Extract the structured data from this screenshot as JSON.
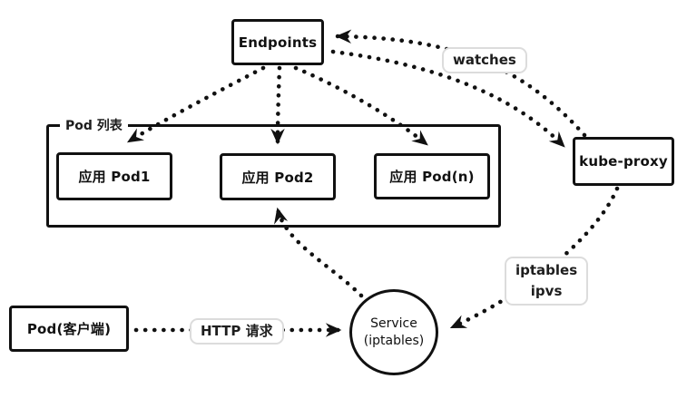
{
  "diagram": {
    "ink_color": "#111111",
    "label_border_color": "#dcdcdc",
    "background_color": "#ffffff",
    "nodes": {
      "endpoints": {
        "label": "Endpoints"
      },
      "pod_list": {
        "label": "Pod 列表"
      },
      "pod1": {
        "label": "应用 Pod1"
      },
      "pod2": {
        "label": "应用 Pod2"
      },
      "pod_n": {
        "label": "应用 Pod(n)"
      },
      "kube_proxy": {
        "label": "kube-proxy"
      },
      "service": {
        "line1": "Service",
        "line2": "(iptables)"
      },
      "pod_client": {
        "label": "Pod(客户端)"
      }
    },
    "edge_labels": {
      "watches": "watches",
      "http_request": "HTTP 请求",
      "iptables_line1": "iptables",
      "iptables_line2": "ipvs"
    },
    "edges": [
      {
        "from": "endpoints",
        "to": "pod1",
        "style": "dotted-arrow"
      },
      {
        "from": "endpoints",
        "to": "pod2",
        "style": "dotted-arrow"
      },
      {
        "from": "endpoints",
        "to": "pod_n",
        "style": "dotted-arrow"
      },
      {
        "from": "kube_proxy",
        "to": "endpoints",
        "style": "dotted-arrow",
        "label": "watches"
      },
      {
        "from": "endpoints",
        "to": "kube_proxy",
        "style": "dotted-arrow",
        "label": "watches"
      },
      {
        "from": "kube_proxy",
        "to": "service",
        "style": "dotted-arrow",
        "label": "iptables ipvs"
      },
      {
        "from": "service",
        "to": "pod2",
        "style": "dotted-arrow"
      },
      {
        "from": "pod_client",
        "to": "service",
        "style": "dotted-arrow",
        "label": "HTTP 请求"
      }
    ]
  }
}
